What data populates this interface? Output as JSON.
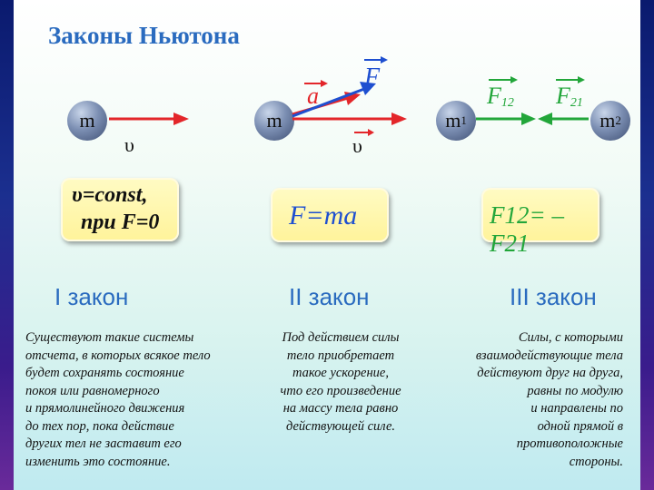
{
  "title": "Законы Ньютона",
  "colors": {
    "title": "#2a6bbf",
    "vector_red": "#e3262a",
    "vector_blue": "#1e4fd0",
    "vector_green": "#22a63a"
  },
  "diagrams": {
    "first": {
      "mass": "m",
      "velocity": "υ"
    },
    "second": {
      "mass": "m",
      "accel": "a",
      "force": "F",
      "velocity": "υ"
    },
    "third": {
      "mass1": "m",
      "mass1_sub": "1",
      "mass2": "m",
      "mass2_sub": "2",
      "f12": "F",
      "f12_sub": "12",
      "f21": "F",
      "f21_sub": "21"
    }
  },
  "formulas": {
    "first_line1": "υ=const,",
    "first_line2": "при F=0",
    "second": "F=ma",
    "third": "F12= –F21"
  },
  "laws": [
    {
      "name": "I закон",
      "text": "Существуют такие системы\nотсчета, в которых всякое тело\nбудет сохранять состояние\nпокоя или равномерного\nи прямолинейного движения\nдо тех пор, пока действие\nдругих тел не заставит его\nизменить это состояние."
    },
    {
      "name": "II закон",
      "text": "Под действием силы\nтело приобретает\nтакое ускорение,\nчто его произведение\nна массу тела равно\nдействующей силе."
    },
    {
      "name": "III закон",
      "text": "Силы, с которыми\nвзаимодействующие тела\nдействуют друг на друга,\nравны по модулю\nи направлены по\nодной прямой в\nпротивоположные\nстороны."
    }
  ]
}
